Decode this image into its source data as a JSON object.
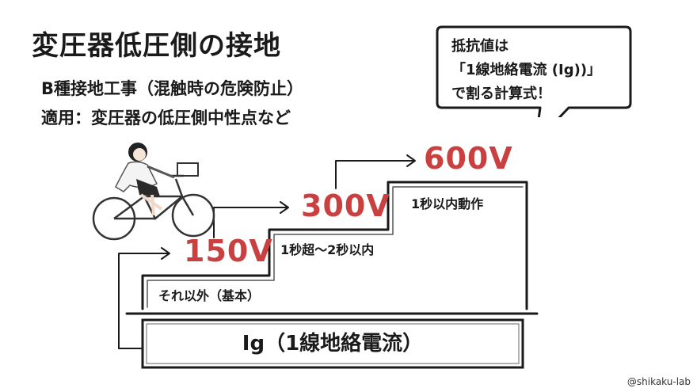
{
  "title": "変圧器低圧側の接地",
  "subtitle_line1": "B種接地工事（混触時の危険防止）",
  "subtitle_line2": "適用：変圧器の低圧側中性点など",
  "bubble": {
    "line1": "抵抗値は",
    "line2": "「1線地絡電流 (Ig))」",
    "line3": "で割る計算式！"
  },
  "steps": {
    "base": {
      "voltage": "150V",
      "label": "それ以外（基本）"
    },
    "mid": {
      "voltage": "300V",
      "label": "1秒超〜2秒以内"
    },
    "top": {
      "voltage": "600V",
      "label": "1秒以内動作"
    }
  },
  "ig_box_label": "Ig（1線地絡電流）",
  "credit": "@shikaku-lab",
  "colors": {
    "voltage": "#c94040",
    "line": "#1a1a1a"
  },
  "icons": [
    "bicycle-rider-illustration",
    "arrow-right-icon"
  ]
}
